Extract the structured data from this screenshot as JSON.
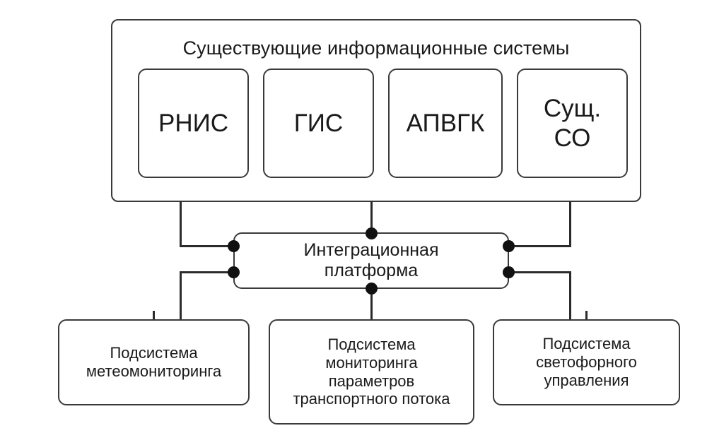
{
  "diagram": {
    "title_group": {
      "label": "Существующие информационные системы",
      "systems": [
        {
          "id": "rnis",
          "label": "РНИС"
        },
        {
          "id": "gis",
          "label": "ГИС"
        },
        {
          "id": "apvgk",
          "label": "АПВГК"
        },
        {
          "id": "so",
          "label_line1": "Сущ.",
          "label_line2": "СО"
        }
      ]
    },
    "platform": {
      "label_line1": "Интеграционная",
      "label_line2": "платформа"
    },
    "subsystems": [
      {
        "id": "meteo",
        "label_line1": "Подсистема",
        "label_line2": "метеомониторинга",
        "label_line3": "",
        "label_line4": ""
      },
      {
        "id": "traffic-flow",
        "label_line1": "Подсистема",
        "label_line2": "мониторинга",
        "label_line3": "параметров",
        "label_line4": "транспортного потока"
      },
      {
        "id": "traffic-light",
        "label_line1": "Подсистема",
        "label_line2": "светофорного",
        "label_line3": "управления",
        "label_line4": ""
      }
    ],
    "colors": {
      "stroke": "#3a3a3a",
      "line": "#2b2b2b",
      "dot": "#111111",
      "text": "#1a1a1a",
      "background": "#ffffff"
    }
  }
}
